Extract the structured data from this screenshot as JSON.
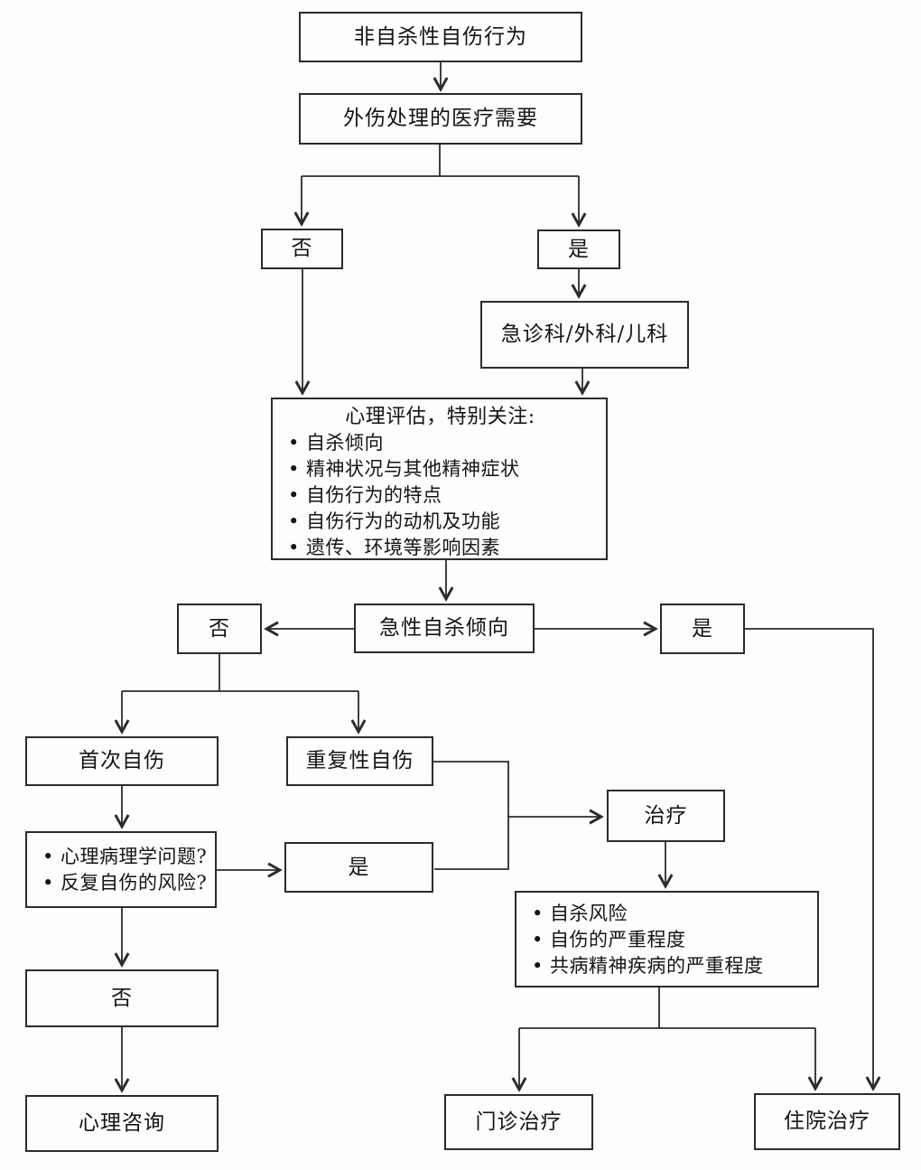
{
  "diagram": {
    "language": "zh",
    "topic": "非自杀性自伤行为处理流程",
    "colors": {
      "ink": "#2b2b2b",
      "background": "#fdfdfd"
    },
    "nodes": {
      "nssi": {
        "label": "非自杀性自伤行为"
      },
      "trauma_need": {
        "label": "外伤处理的医疗需要"
      },
      "no1": {
        "label": "否"
      },
      "yes1": {
        "label": "是"
      },
      "emergency": {
        "label": "急诊科/外科/儿科"
      },
      "assessment": {
        "title": "心理评估，特别关注:",
        "bullets": [
          "自杀倾向",
          "精神状况与其他精神症状",
          "自伤行为的特点",
          "自伤行为的动机及功能",
          "遗传、环境等影响因素"
        ]
      },
      "no2": {
        "label": "否"
      },
      "acute_suicidality": {
        "label": "急性自杀倾向"
      },
      "yes2": {
        "label": "是"
      },
      "first_injury": {
        "label": "首次自伤"
      },
      "repeated_injury": {
        "label": "重复性自伤"
      },
      "psych_questions": {
        "bullets": [
          "心理病理学问题?",
          "反复自伤的风险?"
        ]
      },
      "yes3": {
        "label": "是"
      },
      "treatment": {
        "label": "治疗"
      },
      "severity_factors": {
        "bullets": [
          "自杀风险",
          "自伤的严重程度",
          "共病精神疾病的严重程度"
        ]
      },
      "no3": {
        "label": "否"
      },
      "counseling": {
        "label": "心理咨询"
      },
      "outpatient": {
        "label": "门诊治疗"
      },
      "inpatient": {
        "label": "住院治疗"
      }
    }
  }
}
